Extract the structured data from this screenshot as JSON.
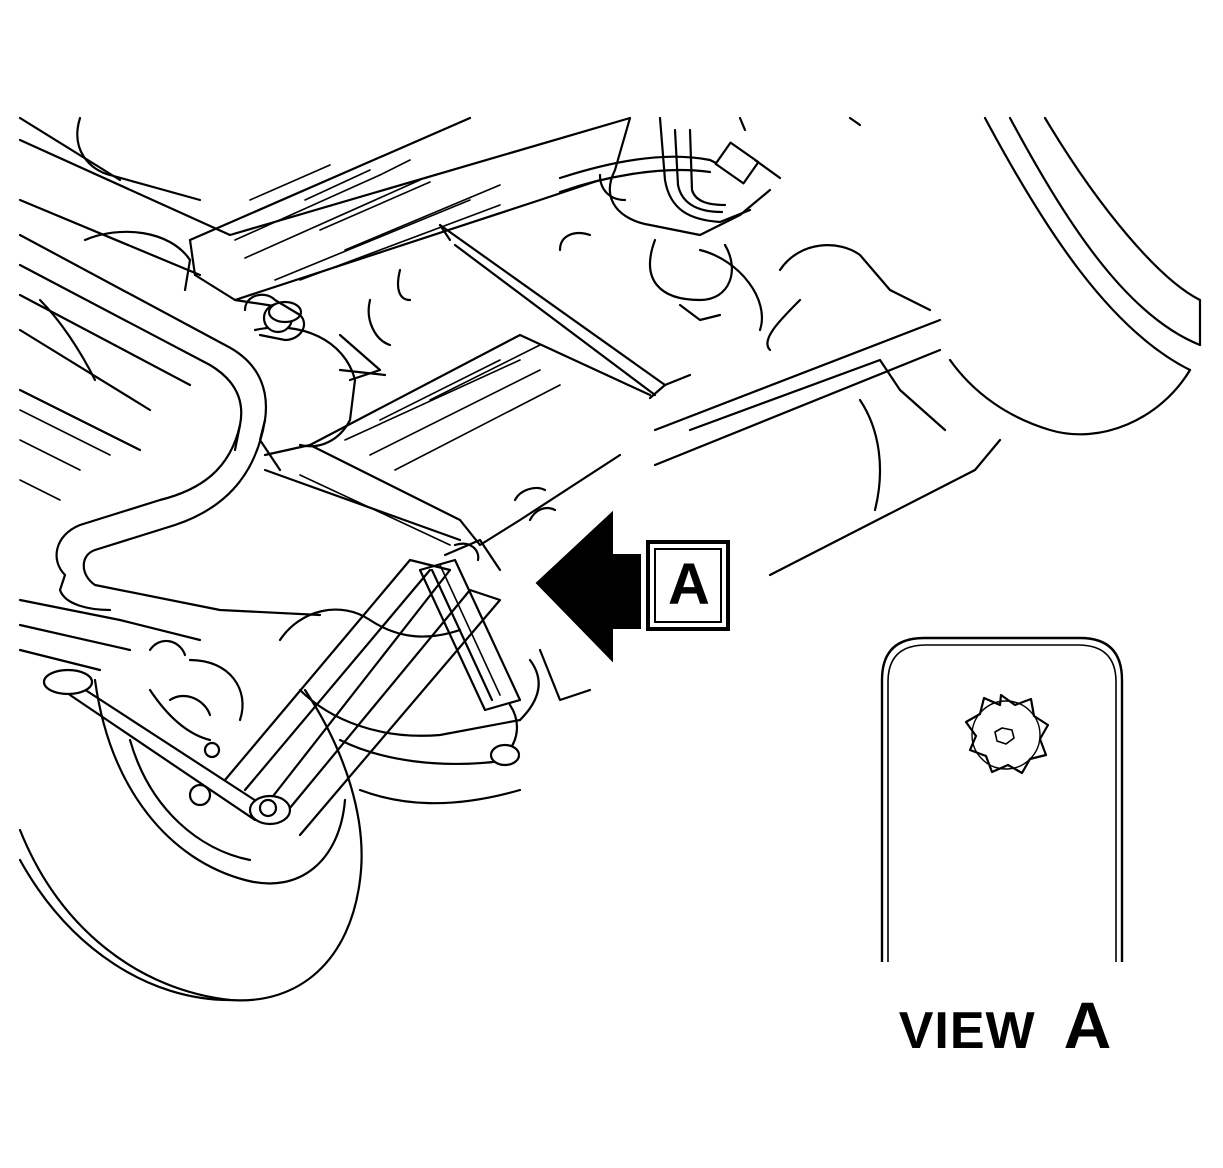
{
  "callout": {
    "letter": "A",
    "arrow_icon": "arrow-left-icon"
  },
  "detail_view": {
    "word": "VIEW",
    "letter": "A",
    "fastener_icon": "torx-bolt-icon"
  },
  "colors": {
    "ink": "#000000",
    "paper": "#ffffff"
  }
}
